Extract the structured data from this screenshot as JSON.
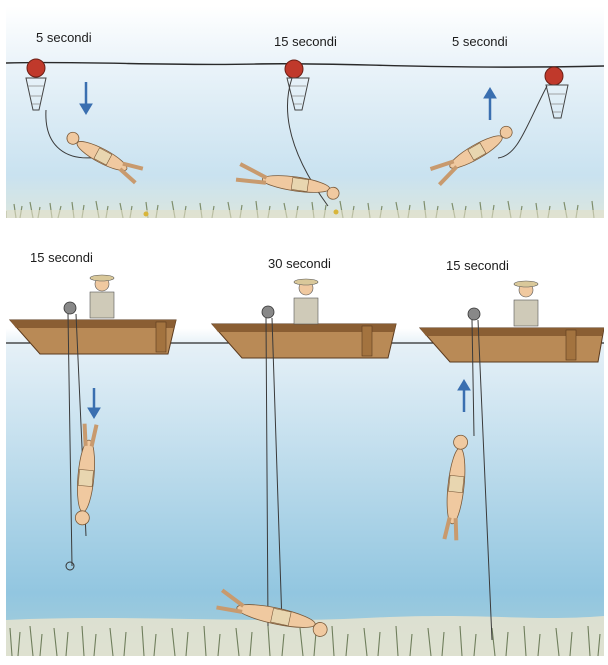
{
  "top_row": {
    "steps": [
      {
        "duration": "5 secondi",
        "arrow": "down"
      },
      {
        "duration": "15 secondi",
        "arrow": "none"
      },
      {
        "duration": "5 secondi",
        "arrow": "up"
      }
    ]
  },
  "bottom_row": {
    "steps": [
      {
        "duration": "15 secondi",
        "arrow": "down"
      },
      {
        "duration": "30 secondi",
        "arrow": "none"
      },
      {
        "duration": "15 secondi",
        "arrow": "up"
      }
    ]
  },
  "colors": {
    "water_top": "#e7f1f8",
    "water_bottom": "#8fc4e0",
    "seabed": "#e8e4cf",
    "grass": "#7f8e6c",
    "buoy": "#c0392b",
    "boat": "#b98a56",
    "boat_dark": "#8a5e33",
    "skin": "#f0c9a0",
    "suit": "#e8d6b0",
    "arrow": "#3a6fb0",
    "line": "#3a3a3a"
  },
  "icons": [
    "buoy-icon",
    "basket-net-icon",
    "boat-icon",
    "diver-icon",
    "arrow-down-icon",
    "arrow-up-icon"
  ]
}
